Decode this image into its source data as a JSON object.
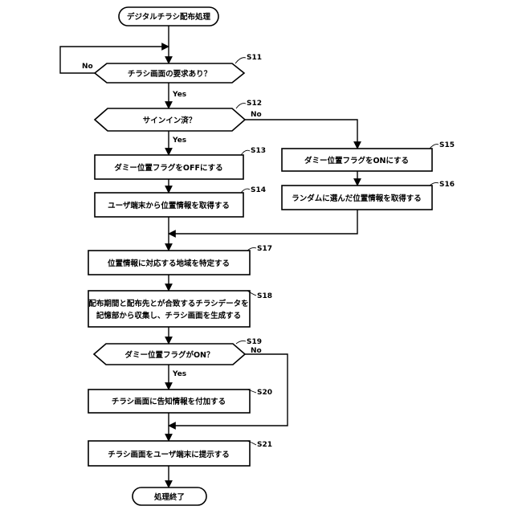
{
  "nodes": {
    "start": "デジタルチラシ配布処理",
    "s11": "チラシ画面の要求あり？",
    "s12": "サインイン済？",
    "s13": "ダミー位置フラグをOFFにする",
    "s14": "ユーザ端末から位置情報を取得する",
    "s15": "ダミー位置フラグをONにする",
    "s16": "ランダムに選んだ位置情報を取得する",
    "s17": "位置情報に対応する地域を特定する",
    "s18_line1": "配布期間と配布先とが合致するチラシデータを",
    "s18_line2": "記憶部から収集し、チラシ画面を生成する",
    "s19": "ダミー位置フラグがON？",
    "s20": "チラシ画面に告知情報を付加する",
    "s21": "チラシ画面をユーザ端末に提示する",
    "end": "処理終了"
  },
  "steps": {
    "s11": "S11",
    "s12": "S12",
    "s13": "S13",
    "s14": "S14",
    "s15": "S15",
    "s16": "S16",
    "s17": "S17",
    "s18": "S18",
    "s19": "S19",
    "s20": "S20",
    "s21": "S21"
  },
  "branches": {
    "yes": "Yes",
    "no": "No"
  }
}
